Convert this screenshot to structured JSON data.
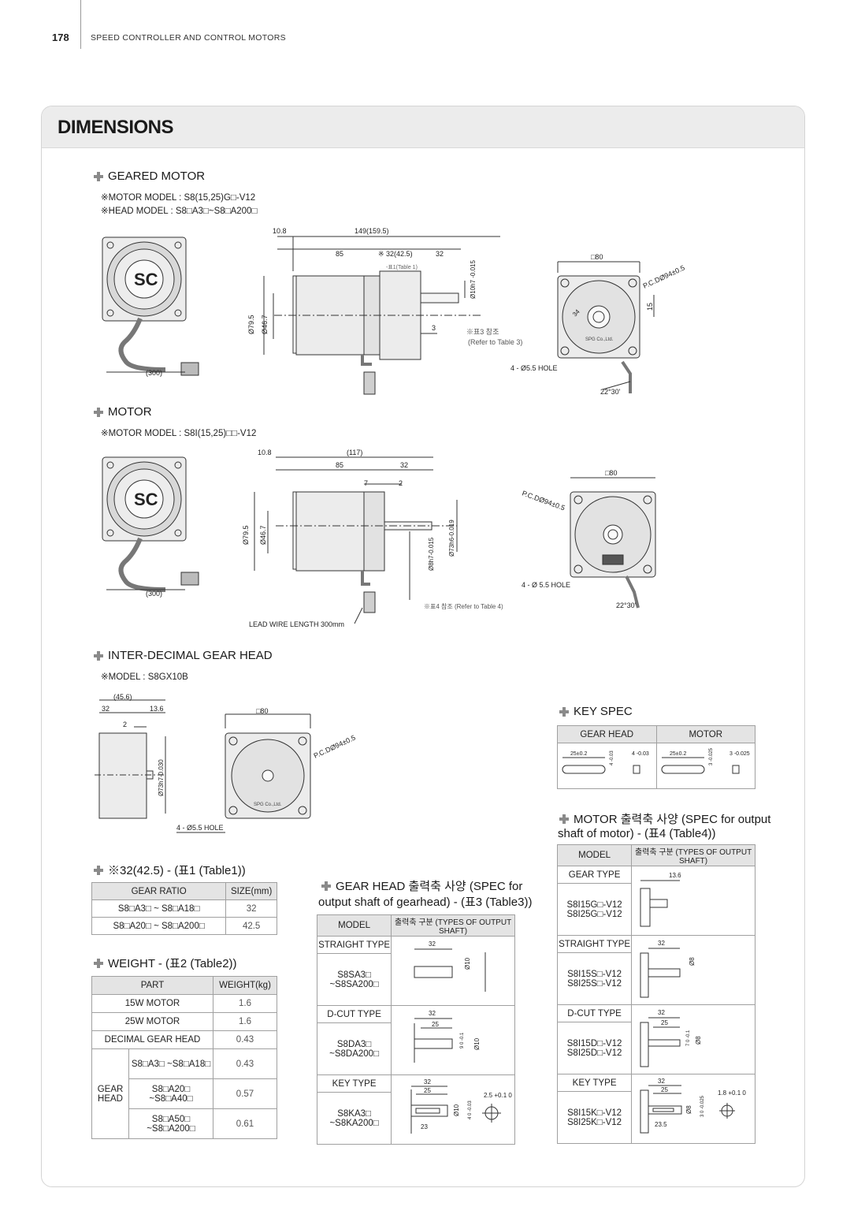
{
  "header": {
    "page_number": "178",
    "running_title": "SPEED CONTROLLER AND CONTROL MOTORS"
  },
  "panel": {
    "title": "DIMENSIONS"
  },
  "geared_motor": {
    "title": "GEARED MOTOR",
    "notes": [
      "※MOTOR MODEL : S8(15,25)G□-V12",
      "※HEAD MODEL : S8□A3□~S8□A200□"
    ],
    "dims": {
      "d1": "10.8",
      "d2": "149(159.5)",
      "d3": "85",
      "d4": "※ 32(42.5)",
      "d5": "32",
      "d6": "-표1(Table 1)",
      "d7": "Ø10h7 -0.015",
      "d8": "Ø79.5",
      "d9": "Ø46.7",
      "d10": "3",
      "d11": "※표3 참조",
      "d12": "(Refer to Table 3)",
      "d13": "(300)",
      "d14": "□80",
      "d15": "P.C.DØ94±0.5",
      "d16": "15",
      "d17": "34",
      "d18": "4 - Ø5.5 HOLE",
      "d19": "22°30'",
      "d20": "SPG Co.,Ltd."
    }
  },
  "motor": {
    "title": "MOTOR",
    "notes": [
      "※MOTOR MODEL : S8I(15,25)□□-V12"
    ],
    "dims": {
      "d1": "10.8",
      "d2": "(117)",
      "d3": "85",
      "d4": "32",
      "d5": "7",
      "d6": "2",
      "d7": "Ø79.5",
      "d8": "Ø46.7",
      "d9": "Ø8h7-0.015",
      "d10": "Ø73h6-0.019",
      "d11": "(300)",
      "d12": "LEAD WIRE LENGTH 300mm",
      "d13": "※표4 참조 (Refer to Table 4)",
      "d14": "□80",
      "d15": "P.C.DØ94±0.5",
      "d16": "4 - Ø 5.5 HOLE",
      "d17": "22°30'"
    }
  },
  "gear_head": {
    "title": "INTER-DECIMAL GEAR HEAD",
    "notes": [
      "※MODEL : S8GX10B"
    ],
    "dims": {
      "d1": "(45.6)",
      "d2": "32",
      "d3": "13.6",
      "d4": "2",
      "d5": "Ø73h7-0.030",
      "d6": "□80",
      "d7": "P.C.DØ94±0.5",
      "d8": "4 - Ø5.5 HOLE",
      "d9": "SPG Co.,Ltd."
    }
  },
  "key_spec": {
    "title": "KEY SPEC",
    "headers": [
      "GEAR HEAD",
      "MOTOR"
    ],
    "dims": {
      "g1": "25±0.2",
      "g2": "4 -0.03",
      "g3": "4 -0.03",
      "m1": "25±0.2",
      "m2": "3 -0.025",
      "m3": "3 -0.025"
    }
  },
  "table1": {
    "title": "※32(42.5) - (표1 (Table1))",
    "headers": [
      "GEAR RATIO",
      "SIZE(mm)"
    ],
    "rows": [
      [
        "S8□A3□ ~ S8□A18□",
        "32"
      ],
      [
        "S8□A20□ ~ S8□A200□",
        "42.5"
      ]
    ]
  },
  "table2": {
    "title": "WEIGHT - (표2 (Table2))",
    "headers": [
      "PART",
      "WEIGHT(kg)"
    ],
    "rows": [
      [
        "15W MOTOR",
        "1.6"
      ],
      [
        "25W MOTOR",
        "1.6"
      ],
      [
        "DECIMAL GEAR HEAD",
        "0.43"
      ]
    ],
    "gear_head_label": "GEAR HEAD",
    "gear_rows": [
      [
        "S8□A3□ ~S8□A18□",
        "0.43"
      ],
      [
        "S8□A20□ ~S8□A40□",
        "0.57"
      ],
      [
        "S8□A50□ ~S8□A200□",
        "0.61"
      ]
    ]
  },
  "table3": {
    "title_line1": "GEAR HEAD 출력축 사양 (SPEC for",
    "title_line2": "output shaft of gearhead) - (표3 (Table3))",
    "headers": [
      "MODEL",
      "출력축 구분 (TYPES OF OUTPUT SHAFT)"
    ],
    "types": [
      {
        "name": "STRAIGHT TYPE",
        "models": "S8SA3□ ~S8SA200□",
        "dims": [
          "32",
          "Ø10"
        ]
      },
      {
        "name": "D-CUT TYPE",
        "models": "S8DA3□ ~S8DA200□",
        "dims": [
          "32",
          "25",
          "9 0 -0.1",
          "Ø10"
        ]
      },
      {
        "name": "KEY TYPE",
        "models": "S8KA3□ ~S8KA200□",
        "dims": [
          "32",
          "25",
          "Ø10",
          "4 0 -0.03",
          "2.5 +0.1 0",
          "23"
        ]
      }
    ]
  },
  "table4": {
    "title_line1": "MOTOR 출력축 사양 (SPEC for output",
    "title_line2": "shaft of motor) - (표4 (Table4))",
    "headers": [
      "MODEL",
      "출력축 구분 (TYPES OF OUTPUT SHAFT)"
    ],
    "types": [
      {
        "name": "GEAR TYPE",
        "models": "S8I15G□-V12 S8I25G□-V12",
        "dims": [
          "13.6"
        ]
      },
      {
        "name": "STRAIGHT TYPE",
        "models": "S8I15S□-V12 S8I25S□-V12",
        "dims": [
          "32",
          "Ø8"
        ]
      },
      {
        "name": "D-CUT TYPE",
        "models": "S8I15D□-V12 S8I25D□-V12",
        "dims": [
          "32",
          "25",
          "7 0 -0.1",
          "Ø8"
        ]
      },
      {
        "name": "KEY TYPE",
        "models": "S8I15K□-V12 S8I25K□-V12",
        "dims": [
          "32",
          "25",
          "Ø8",
          "3 0 -0.025",
          "1.8 +0.1 0",
          "23.5"
        ]
      }
    ]
  }
}
